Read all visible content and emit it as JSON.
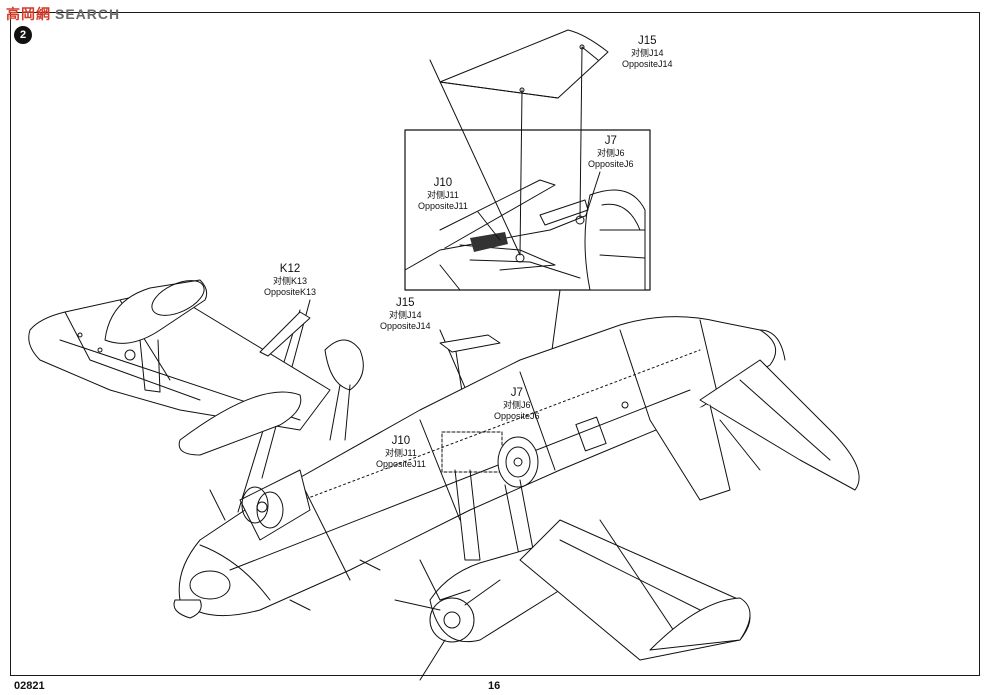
{
  "watermark": {
    "logo": "高岡網",
    "text": "SEARCH",
    "badge": "2"
  },
  "footer": {
    "product_code": "02821",
    "page_number": "16"
  },
  "callouts": {
    "j15_top": {
      "part": "J15",
      "cn": "对侧J14",
      "opposite": "OppositeJ14"
    },
    "j7_inset": {
      "part": "J7",
      "cn": "对侧J6",
      "opposite": "OppositeJ6"
    },
    "j10_inset": {
      "part": "J10",
      "cn": "对侧J11",
      "opposite": "OppositeJ11"
    },
    "k12": {
      "part": "K12",
      "cn": "对侧K13",
      "opposite": "OppositeK13"
    },
    "j15_mid": {
      "part": "J15",
      "cn": "对侧J14",
      "opposite": "OppositeJ14"
    },
    "j7_mid": {
      "part": "J7",
      "cn": "对侧J6",
      "opposite": "OppositeJ6"
    },
    "j10_mid": {
      "part": "J10",
      "cn": "对侧J11",
      "opposite": "OppositeJ11"
    }
  },
  "icons": {
    "watermark_logo": "logo-icon",
    "airplane": "aircraft-illustration"
  },
  "colors": {
    "ink": "#111111",
    "logo_red": "#d23c2a",
    "watermark_gray": "#6a6a6a"
  }
}
